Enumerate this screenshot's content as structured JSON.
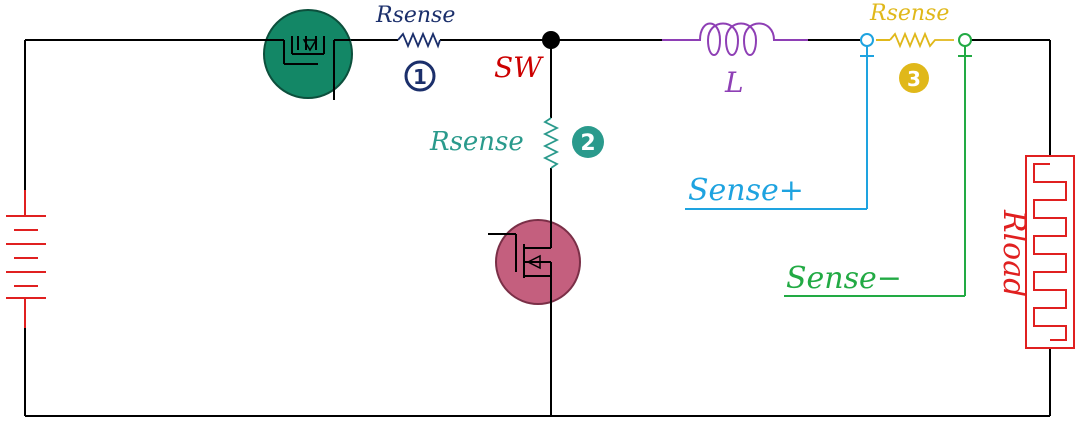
{
  "labels": {
    "rsense_1": "Rsense",
    "rsense_2": "Rsense",
    "rsense_3": "Rsense",
    "sw": "SW",
    "inductor": "L",
    "sense_plus": "Sense+",
    "sense_minus": "Sense−",
    "rload": "Rload"
  },
  "markers": {
    "one": "1",
    "two": "2",
    "three": "3"
  },
  "colors": {
    "wire": "#000000",
    "battery": "#e02020",
    "high_side_mosfet": "#138766",
    "low_side_mosfet": "#c45f7e",
    "rsense_1": "#1b2f6b",
    "rsense_2": "#2a9a8c",
    "rsense_3": "#e0b81a",
    "sw_label": "#cc0000",
    "inductor": "#8e3fb5",
    "sense_plus": "#1ea3e0",
    "sense_minus": "#22aa44",
    "rload": "#e02020"
  }
}
